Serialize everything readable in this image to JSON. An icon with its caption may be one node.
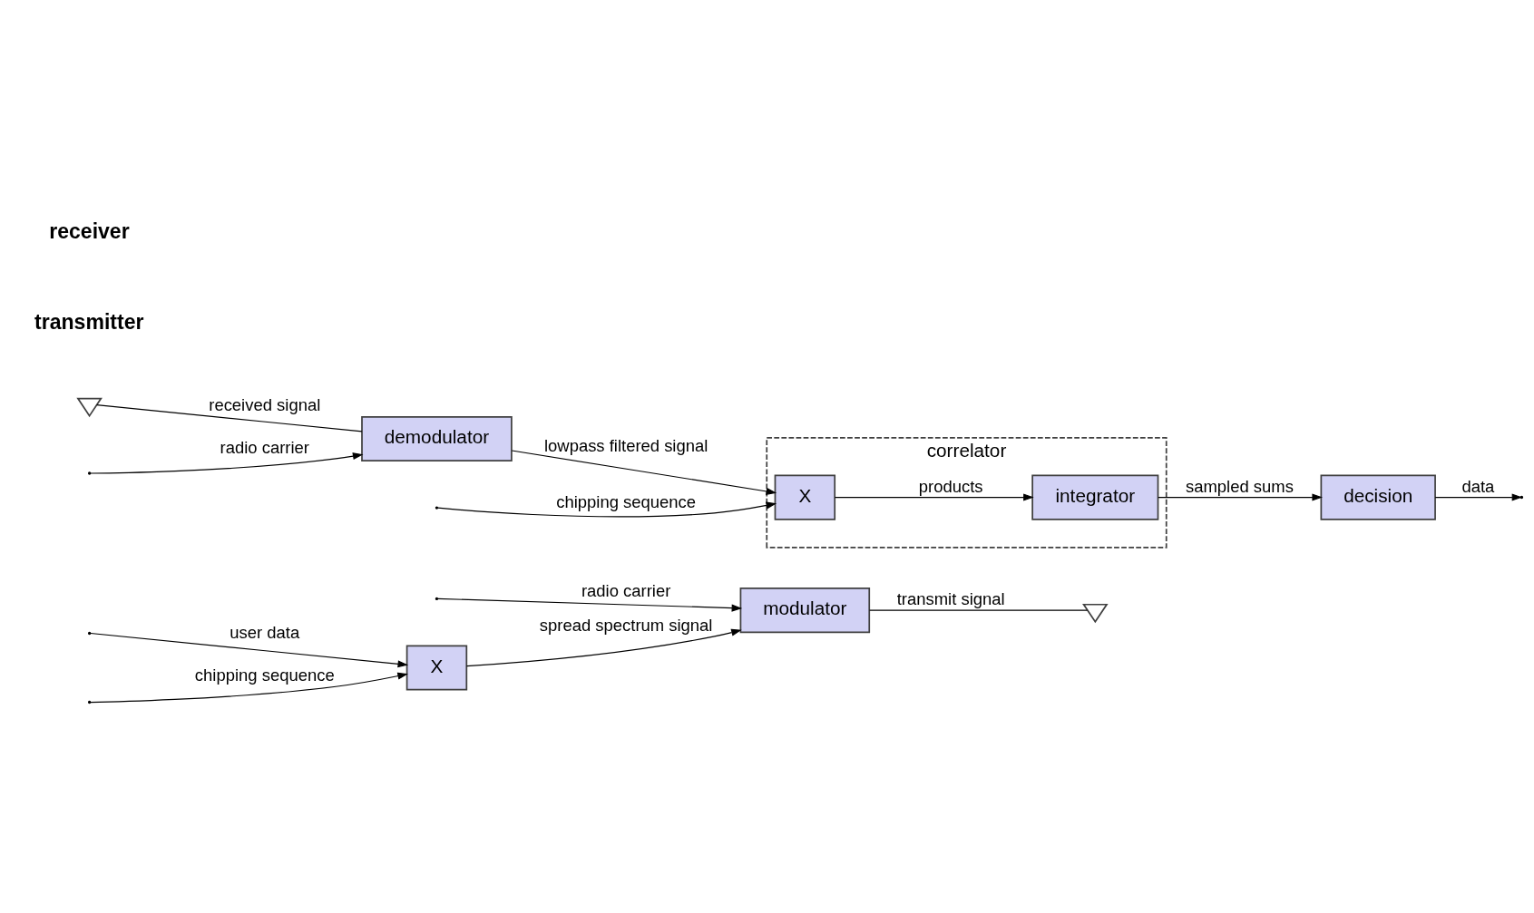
{
  "diagram": {
    "nodes": [
      {
        "text": [
          "X"
        ]
      },
      {
        "text": [
          "modulator"
        ]
      },
      {
        "text": [],
        "shape": "antenna"
      },
      {
        "text": [],
        "shape": "antenna"
      },
      {
        "text": [
          "demodulator"
        ]
      },
      {
        "text": [
          "correlator"
        ]
      },
      {
        "text": [
          "X"
        ],
        "in": 5
      },
      {
        "text": [
          "integrator"
        ],
        "in": 5
      },
      {
        "text": [
          "decision"
        ]
      }
    ],
    "edges": [
      {
        "from": null,
        "to": 0,
        "label": "user data",
        "arrow": "to"
      },
      {
        "from": null,
        "to": 0,
        "label": "chipping sequence",
        "arrow": "to"
      },
      {
        "from": 0,
        "to": 1,
        "label": "spread spectrum signal",
        "arrow": "to"
      },
      {
        "from": null,
        "to": 1,
        "label": "radio carrier",
        "arrow": "to"
      },
      {
        "from": 1,
        "to": 2,
        "label": "transmit signal",
        "arrow": "none"
      },
      {
        "from": 3,
        "to": 4,
        "label": "received signal",
        "arrow": "none"
      },
      {
        "from": null,
        "to": 4,
        "label": "radio carrier",
        "arrow": "to"
      },
      {
        "from": 4,
        "to": 6,
        "label": "lowpass filtered signal",
        "arrow": "to"
      },
      {
        "from": null,
        "to": 6,
        "label": "chipping sequence",
        "arrow": "to"
      },
      {
        "from": 6,
        "to": 7,
        "label": "products",
        "arrow": "to"
      },
      {
        "from": 7,
        "to": 8,
        "label": "sampled sums",
        "arrow": "to"
      },
      {
        "from": 8,
        "to": null,
        "label": "data",
        "arrow": "to"
      }
    ],
    "labels": [
      "transmitter",
      "receiver"
    ]
  }
}
